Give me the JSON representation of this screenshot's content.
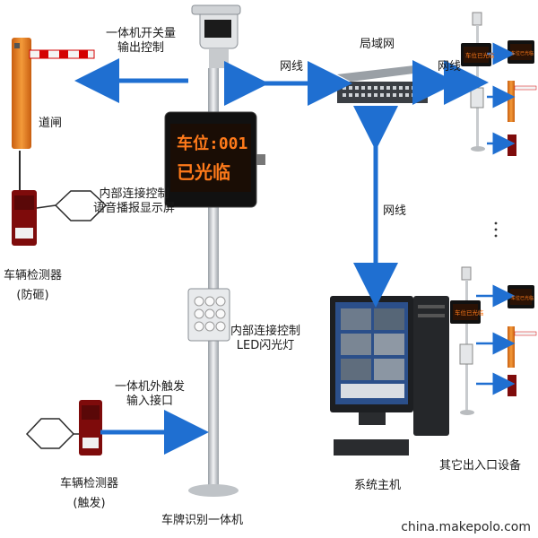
{
  "diagram": {
    "labels": {
      "controller_out": [
        "一体机开关量",
        "输出控制"
      ],
      "barrier_gate": "道闸",
      "internal_voice": [
        "内部连接控制",
        "语音播报显示屏"
      ],
      "vehicle_detector_top": [
        "车辆检测器",
        "(防砸)"
      ],
      "network_cable_1": "网线",
      "lan": "局域网",
      "network_cable_2": "网线",
      "network_cable_3": "网线",
      "internal_led": [
        "内部连接控制",
        "LED闪光灯"
      ],
      "external_trigger": [
        "一体机外触发",
        "输入接口"
      ],
      "vehicle_detector_bottom": [
        "车辆检测器",
        "(触发)"
      ],
      "lpr_unit": "车牌识别一体机",
      "host": "系统主机",
      "other_gates": "其它出入口设备"
    },
    "led_display": {
      "line1": "车位:001",
      "line2": "已光临"
    },
    "small_display_text": "车位已光临",
    "watermark": "china.makepolo.com",
    "colors": {
      "arrow": "#1f6fd1",
      "barrier_orange": "#e07a1f",
      "led_text": "#ff7a1a",
      "pole": "#c9cdd2"
    }
  }
}
